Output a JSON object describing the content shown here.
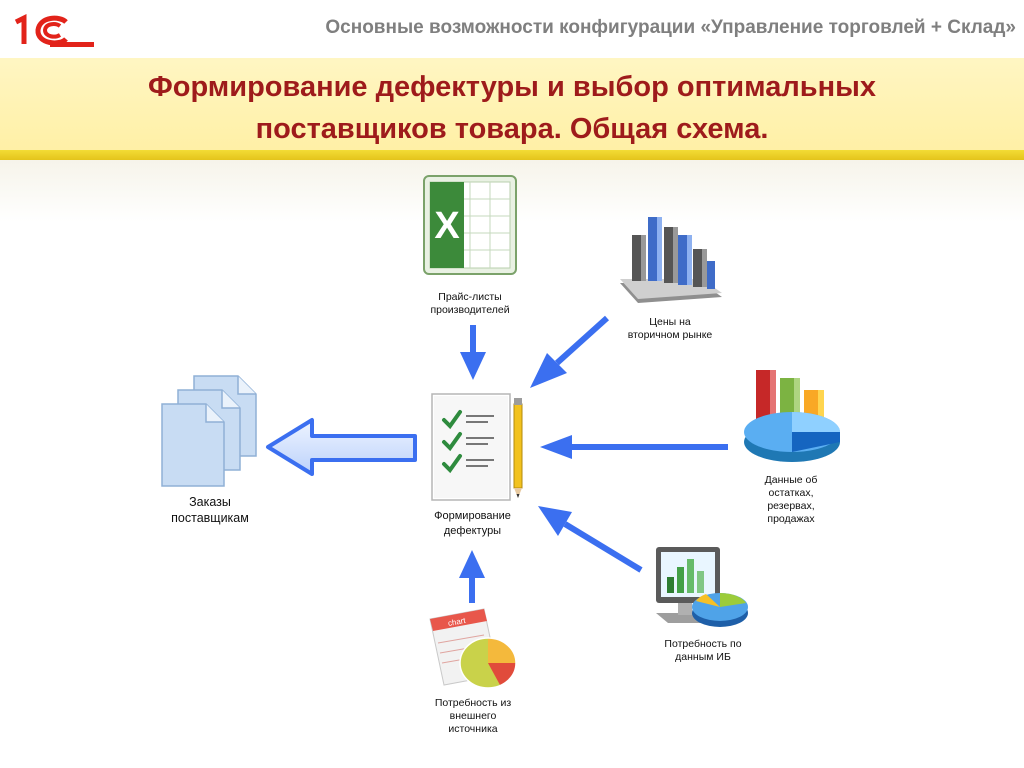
{
  "header": {
    "logo_text": "1C",
    "caption": "Основные возможности конфигурации «Управление торговлей + Склад»"
  },
  "title": {
    "line1": "Формирование дефектуры и выбор оптимальных",
    "line2": "поставщиков товара. Общая схема."
  },
  "nodes": {
    "price_lists": {
      "label_line1": "Прайс-листы",
      "label_line2": "производителей",
      "icon": "spreadsheet-icon"
    },
    "market_prices": {
      "label_line1": "Цены на",
      "label_line2": "вторичном рынке",
      "icon": "bar-chart-icon"
    },
    "stock_data": {
      "label_line1": "Данные об",
      "label_line2": "остатках,",
      "label_line3": "резервах,",
      "label_line4": "продажах",
      "icon": "pie-chart-icon"
    },
    "ib_needs": {
      "label_line1": "Потребность по",
      "label_line2": "данным ИБ",
      "icon": "monitor-chart-icon"
    },
    "external_needs": {
      "label_line1": "Потребность из",
      "label_line2": "внешнего",
      "label_line3": "источника",
      "icon": "chart-document-icon",
      "icon_text": "chart"
    },
    "defect_forming": {
      "label_line1": "Формирование",
      "label_line2": "дефектуры",
      "icon": "checklist-icon"
    },
    "supplier_orders": {
      "label_line1": "Заказы",
      "label_line2": "поставщикам",
      "icon": "documents-icon"
    }
  },
  "colors": {
    "title": "#9e1b1b",
    "caption": "#7f7f7f",
    "arrow": "#3b6ff0",
    "logo_red": "#e2231a",
    "band": "#fff3b3",
    "band_line": "#ecd025"
  }
}
